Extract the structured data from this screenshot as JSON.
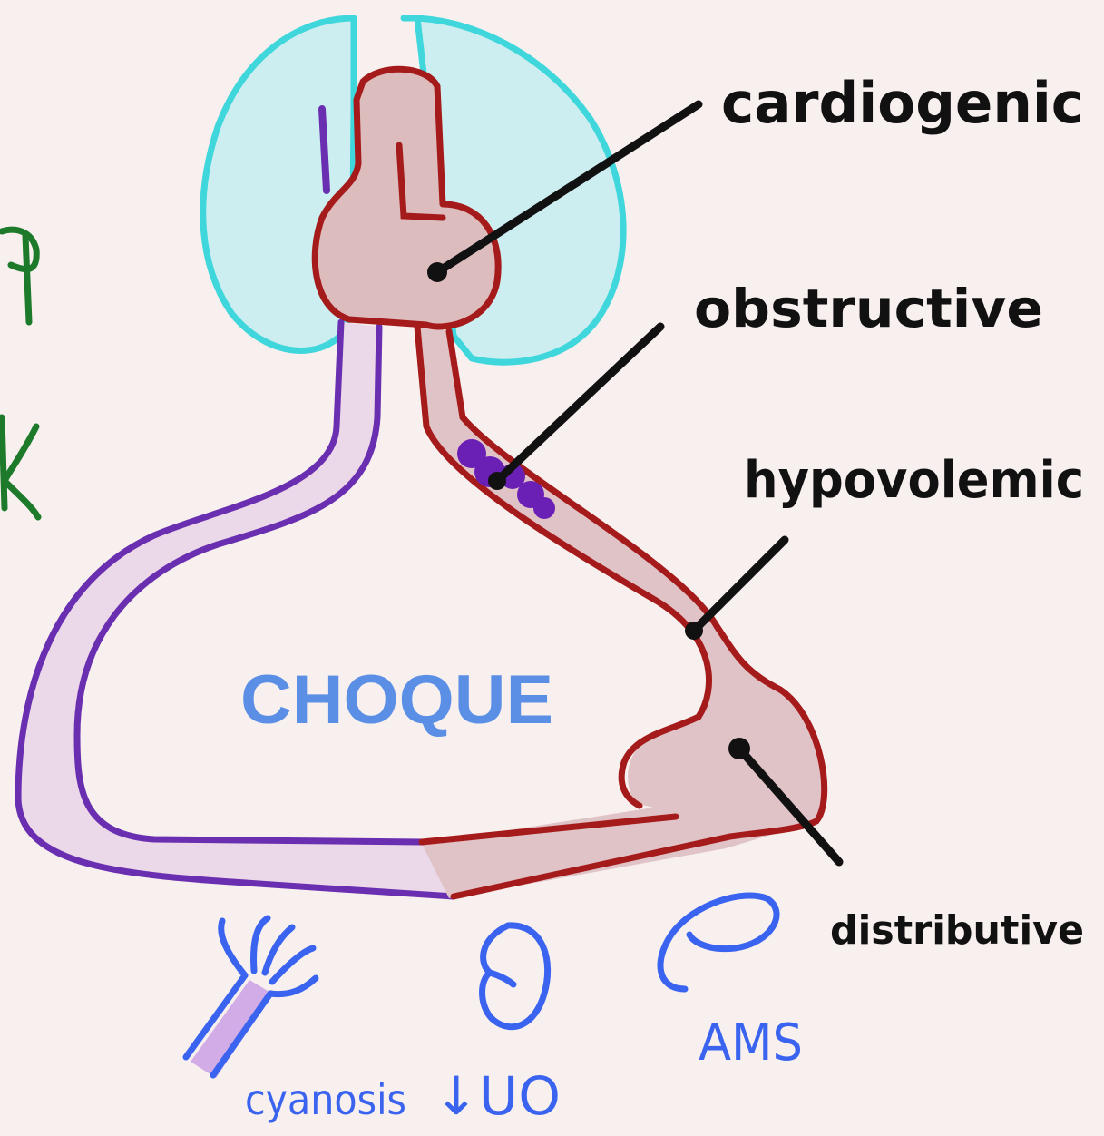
{
  "title": "CHOQUE",
  "shock_types": {
    "cardiogenic": "cardiogenic",
    "obstructive": "obstructive",
    "hypovolemic": "hypovolemic",
    "distributive": "distributive"
  },
  "signs": {
    "cyanosis": "cyanosis",
    "urine_output": "↓UO",
    "ams": "AMS"
  },
  "colors": {
    "lungs": "#3fd6dc",
    "arterial": "#a51b1b",
    "venous": "#6a2fb0",
    "signs": "#3a63f0",
    "title": "#5b8fe6",
    "clot": "#6a1fb5",
    "margin_marks": "#1d7a2a"
  }
}
